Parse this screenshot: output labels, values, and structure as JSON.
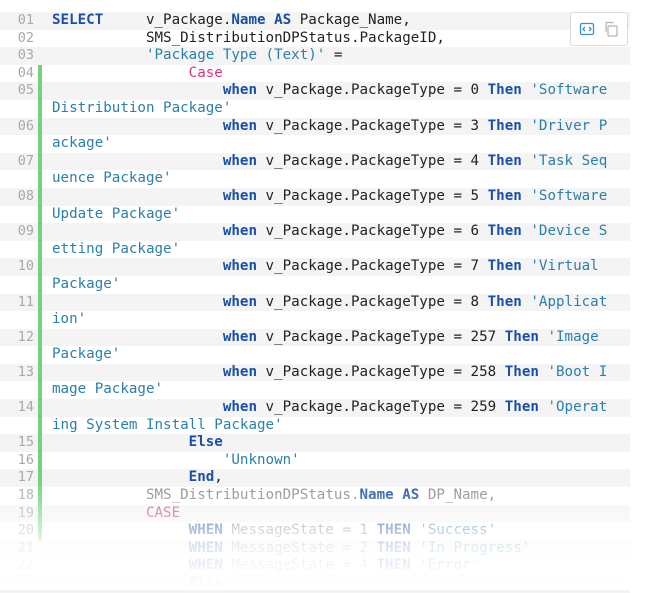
{
  "toolbar": {
    "view_source_icon": "view-source-icon",
    "copy_icon": "copy-icon"
  },
  "lines": [
    {
      "num": "01",
      "tokens": [
        {
          "t": "SELECT",
          "c": "kw"
        },
        {
          "t": "     v_Package."
        },
        {
          "t": "Name",
          "c": "kw"
        },
        {
          "t": " "
        },
        {
          "t": "AS",
          "c": "kw"
        },
        {
          "t": " Package_Name,"
        }
      ]
    },
    {
      "num": "02",
      "tokens": [
        {
          "t": "           SMS_DistributionDPStatus.PackageID,"
        }
      ]
    },
    {
      "num": "03",
      "tokens": [
        {
          "t": "           "
        },
        {
          "t": "'Package Type (Text)'",
          "c": "str"
        },
        {
          "t": " ="
        }
      ]
    },
    {
      "num": "04",
      "tokens": [
        {
          "t": "                "
        },
        {
          "t": "Case",
          "c": "case"
        }
      ]
    },
    {
      "num": "05",
      "tokens": [
        {
          "t": "                    "
        },
        {
          "t": "when",
          "c": "kw"
        },
        {
          "t": " v_Package.PackageType = 0 "
        },
        {
          "t": "Then",
          "c": "kw"
        },
        {
          "t": " "
        },
        {
          "t": "'Software",
          "c": "str"
        }
      ]
    },
    {
      "num": "",
      "tokens": [
        {
          "t": "Distribution Package'",
          "c": "str"
        }
      ]
    },
    {
      "num": "06",
      "tokens": [
        {
          "t": "                    "
        },
        {
          "t": "when",
          "c": "kw"
        },
        {
          "t": " v_Package.PackageType = 3 "
        },
        {
          "t": "Then",
          "c": "kw"
        },
        {
          "t": " "
        },
        {
          "t": "'Driver P",
          "c": "str"
        }
      ]
    },
    {
      "num": "",
      "tokens": [
        {
          "t": "ackage'",
          "c": "str"
        }
      ]
    },
    {
      "num": "07",
      "tokens": [
        {
          "t": "                    "
        },
        {
          "t": "when",
          "c": "kw"
        },
        {
          "t": " v_Package.PackageType = 4 "
        },
        {
          "t": "Then",
          "c": "kw"
        },
        {
          "t": " "
        },
        {
          "t": "'Task Seq",
          "c": "str"
        }
      ]
    },
    {
      "num": "",
      "tokens": [
        {
          "t": "uence Package'",
          "c": "str"
        }
      ]
    },
    {
      "num": "08",
      "tokens": [
        {
          "t": "                    "
        },
        {
          "t": "when",
          "c": "kw"
        },
        {
          "t": " v_Package.PackageType = 5 "
        },
        {
          "t": "Then",
          "c": "kw"
        },
        {
          "t": " "
        },
        {
          "t": "'Software",
          "c": "str"
        }
      ]
    },
    {
      "num": "",
      "tokens": [
        {
          "t": "Update Package'",
          "c": "str"
        }
      ]
    },
    {
      "num": "09",
      "tokens": [
        {
          "t": "                    "
        },
        {
          "t": "when",
          "c": "kw"
        },
        {
          "t": " v_Package.PackageType = 6 "
        },
        {
          "t": "Then",
          "c": "kw"
        },
        {
          "t": " "
        },
        {
          "t": "'Device S",
          "c": "str"
        }
      ]
    },
    {
      "num": "",
      "tokens": [
        {
          "t": "etting Package'",
          "c": "str"
        }
      ]
    },
    {
      "num": "10",
      "tokens": [
        {
          "t": "                    "
        },
        {
          "t": "when",
          "c": "kw"
        },
        {
          "t": " v_Package.PackageType = 7 "
        },
        {
          "t": "Then",
          "c": "kw"
        },
        {
          "t": " "
        },
        {
          "t": "'Virtual",
          "c": "str"
        }
      ]
    },
    {
      "num": "",
      "tokens": [
        {
          "t": "Package'",
          "c": "str"
        }
      ]
    },
    {
      "num": "11",
      "tokens": [
        {
          "t": "                    "
        },
        {
          "t": "when",
          "c": "kw"
        },
        {
          "t": " v_Package.PackageType = 8 "
        },
        {
          "t": "Then",
          "c": "kw"
        },
        {
          "t": " "
        },
        {
          "t": "'Applicat",
          "c": "str"
        }
      ]
    },
    {
      "num": "",
      "tokens": [
        {
          "t": "ion'",
          "c": "str"
        }
      ]
    },
    {
      "num": "12",
      "tokens": [
        {
          "t": "                    "
        },
        {
          "t": "when",
          "c": "kw"
        },
        {
          "t": " v_Package.PackageType = 257 "
        },
        {
          "t": "Then",
          "c": "kw"
        },
        {
          "t": " "
        },
        {
          "t": "'Image",
          "c": "str"
        }
      ]
    },
    {
      "num": "",
      "tokens": [
        {
          "t": "Package'",
          "c": "str"
        }
      ]
    },
    {
      "num": "13",
      "tokens": [
        {
          "t": "                    "
        },
        {
          "t": "when",
          "c": "kw"
        },
        {
          "t": " v_Package.PackageType = 258 "
        },
        {
          "t": "Then",
          "c": "kw"
        },
        {
          "t": " "
        },
        {
          "t": "'Boot I",
          "c": "str"
        }
      ]
    },
    {
      "num": "",
      "tokens": [
        {
          "t": "mage Package'",
          "c": "str"
        }
      ]
    },
    {
      "num": "14",
      "tokens": [
        {
          "t": "                    "
        },
        {
          "t": "when",
          "c": "kw"
        },
        {
          "t": " v_Package.PackageType = 259 "
        },
        {
          "t": "Then",
          "c": "kw"
        },
        {
          "t": " "
        },
        {
          "t": "'Operat",
          "c": "str"
        }
      ]
    },
    {
      "num": "",
      "tokens": [
        {
          "t": "ing System Install Package'",
          "c": "str"
        }
      ]
    },
    {
      "num": "15",
      "tokens": [
        {
          "t": "                "
        },
        {
          "t": "Else",
          "c": "kw"
        }
      ]
    },
    {
      "num": "16",
      "tokens": [
        {
          "t": "                    "
        },
        {
          "t": "'Unknown'",
          "c": "str"
        }
      ]
    },
    {
      "num": "17",
      "tokens": [
        {
          "t": "                "
        },
        {
          "t": "End",
          "c": "kw"
        },
        {
          "t": ","
        }
      ]
    },
    {
      "num": "18",
      "tokens": [
        {
          "t": "           SMS_DistributionDPStatus.",
          "c": "gray"
        },
        {
          "t": "Name",
          "c": "kw"
        },
        {
          "t": " ",
          "c": "gray"
        },
        {
          "t": "AS",
          "c": "kw"
        },
        {
          "t": " DP_Name,",
          "c": "gray"
        }
      ]
    },
    {
      "num": "19",
      "tokens": [
        {
          "t": "           "
        },
        {
          "t": "CASE",
          "c": "case"
        }
      ]
    },
    {
      "num": "20",
      "tokens": [
        {
          "t": "                "
        },
        {
          "t": "WHEN",
          "c": "kw"
        },
        {
          "t": " MessageState = 1 ",
          "c": "gray"
        },
        {
          "t": "THEN",
          "c": "kw"
        },
        {
          "t": " "
        },
        {
          "t": "'Success'",
          "c": "str"
        }
      ]
    },
    {
      "num": "21",
      "tokens": [
        {
          "t": "                "
        },
        {
          "t": "WHEN",
          "c": "kw"
        },
        {
          "t": " MessageState = 2 ",
          "c": "gray"
        },
        {
          "t": "THEN",
          "c": "kw"
        },
        {
          "t": " "
        },
        {
          "t": "'In Progress'",
          "c": "str"
        }
      ]
    },
    {
      "num": "22",
      "tokens": [
        {
          "t": "                "
        },
        {
          "t": "WHEN",
          "c": "kw"
        },
        {
          "t": " MessageState = 4 ",
          "c": "gray"
        },
        {
          "t": "THEN",
          "c": "kw"
        },
        {
          "t": " "
        },
        {
          "t": "'Error'",
          "c": "str"
        }
      ]
    },
    {
      "num": "",
      "tokens": [
        {
          "t": "                "
        },
        {
          "t": "Else",
          "c": "kw"
        }
      ]
    }
  ]
}
